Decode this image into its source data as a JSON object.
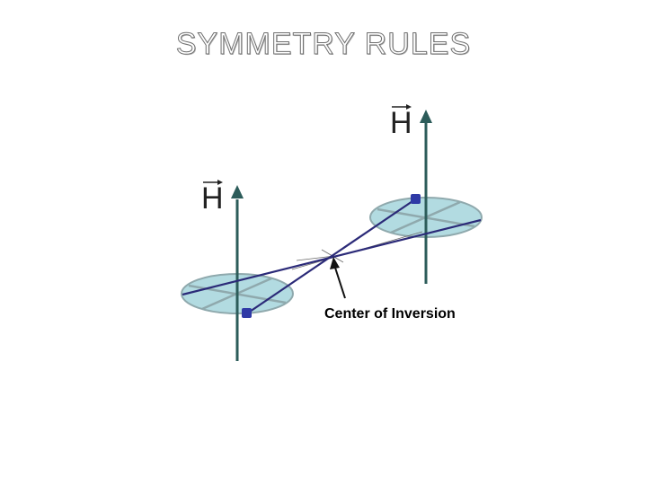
{
  "slide": {
    "title": "SYMMETRY RULES"
  },
  "diagram": {
    "field_label_right": "H",
    "field_label_left": "H",
    "annotation": "Center of Inversion"
  },
  "colors": {
    "axis": "#2c5c5a",
    "disk_fill": "#b2dbe1",
    "disk_stroke": "#8fa9ad",
    "bond": "#2b2a78",
    "atom": "#2f3aa6",
    "label_arrow": "#111111"
  },
  "icons": {
    "vector_arrow": "arrow-over-letter"
  }
}
